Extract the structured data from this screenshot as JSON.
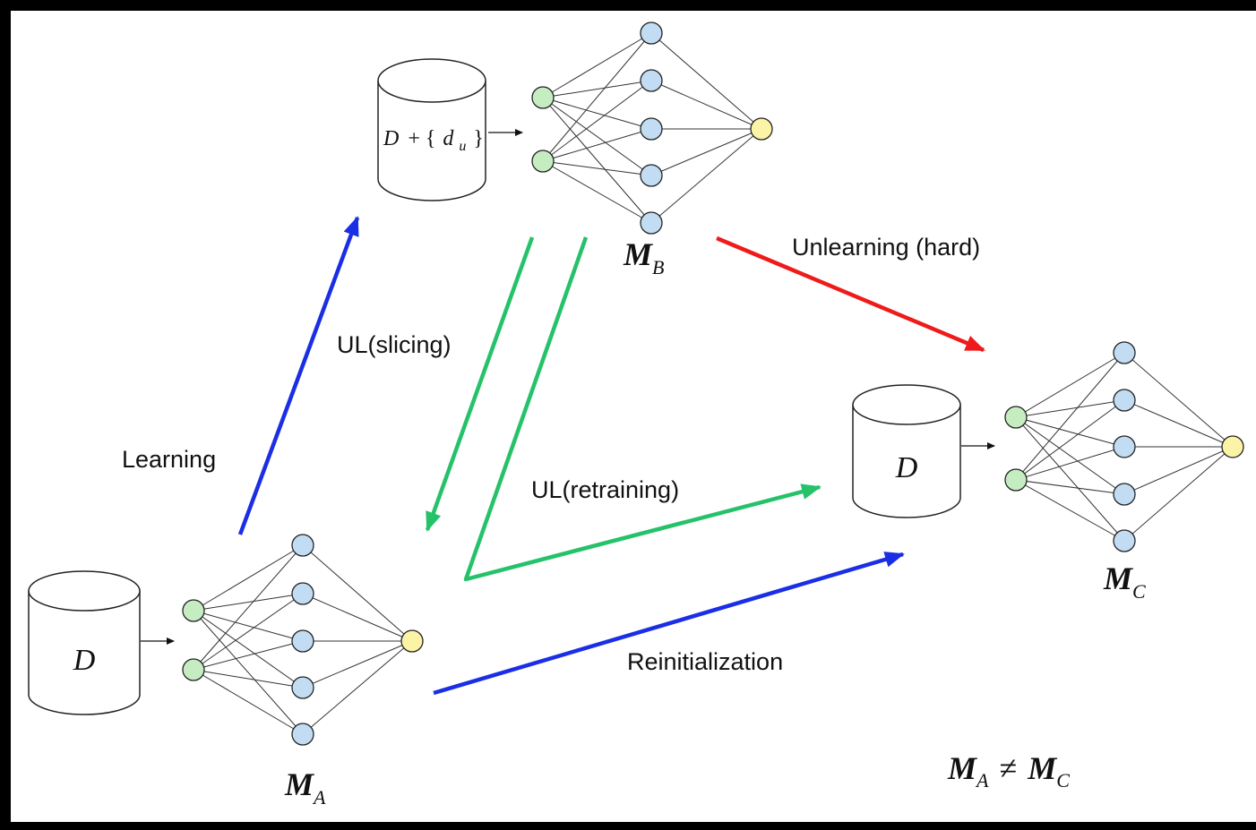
{
  "labels": {
    "learning": "Learning",
    "ul_slicing": "UL(slicing)",
    "ul_retraining": "UL(retraining)",
    "unlearning_hard": "Unlearning (hard)",
    "reinitialization": "Reinitialization"
  },
  "datasets": {
    "a": {
      "name": "D"
    },
    "b": {
      "name": "D",
      "plus": "+ {",
      "item": "d",
      "sub": "u",
      "close": "}"
    },
    "c": {
      "name": "D"
    }
  },
  "models": {
    "a": {
      "name": "M",
      "sub": "A"
    },
    "b": {
      "name": "M",
      "sub": "B"
    },
    "c": {
      "name": "M",
      "sub": "C"
    }
  },
  "inequality": {
    "lhs": "M",
    "lhs_sub": "A",
    "op": "≠",
    "rhs": "M",
    "rhs_sub": "C"
  },
  "colors": {
    "learning_arrow": "#1a2ee6",
    "unlearning_arrow": "#ef1b1b",
    "ul_arrow": "#25c26a",
    "input_node": "#c6ecc2",
    "hidden_node": "#c2dcf3",
    "output_node": "#fbf3a6"
  }
}
